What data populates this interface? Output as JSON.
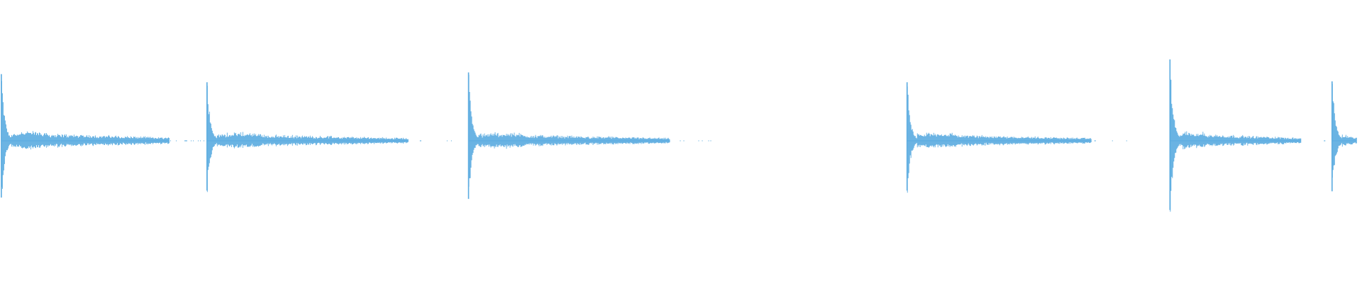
{
  "waveform": {
    "color": "#5aabe0",
    "background": "#ffffff",
    "duration_units": 1000,
    "transients": [
      {
        "time": 1,
        "amplitude": 0.82,
        "tail_length": 150,
        "tail_amplitude": 0.06,
        "sustain": 0.12
      },
      {
        "time": 152,
        "amplitude": 0.72,
        "tail_length": 180,
        "tail_amplitude": 0.05,
        "sustain": 0.1
      },
      {
        "time": 344,
        "amplitude": 0.84,
        "tail_length": 180,
        "tail_amplitude": 0.05,
        "sustain": 0.1
      },
      {
        "time": 666,
        "amplitude": 0.72,
        "tail_length": 165,
        "tail_amplitude": 0.05,
        "sustain": 0.1
      },
      {
        "time": 859,
        "amplitude": 1.0,
        "tail_length": 117,
        "tail_amplitude": 0.05,
        "sustain": 0.11
      },
      {
        "time": 978,
        "amplitude": 0.73,
        "tail_length": 22,
        "tail_amplitude": 0.05,
        "sustain": 0.12
      }
    ]
  }
}
